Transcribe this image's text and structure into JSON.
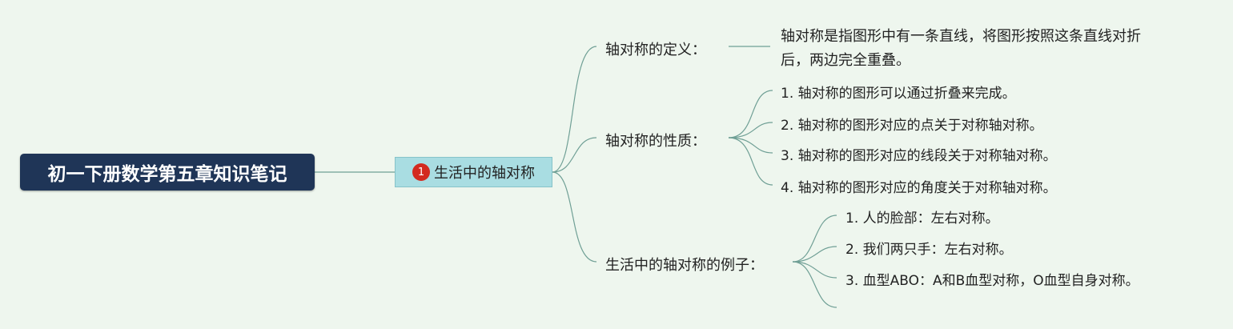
{
  "root": {
    "label": "初一下册数学第五章知识笔记"
  },
  "main_topic": {
    "badge": "1",
    "label": "生活中的轴对称"
  },
  "categories": [
    {
      "label": "轴对称的定义：",
      "definition_lines": [
        "轴对称是指图形中有一条直线，将图形按照这条直线对折",
        "后，两边完全重叠。"
      ]
    },
    {
      "label": "轴对称的性质：",
      "items": [
        "1. 轴对称的图形可以通过折叠来完成。",
        "2. 轴对称的图形对应的点关于对称轴对称。",
        "3. 轴对称的图形对应的线段关于对称轴对称。",
        "4. 轴对称的图形对应的角度关于对称轴对称。"
      ]
    },
    {
      "label": "生活中的轴对称的例子：",
      "items": [
        "1. 人的脸部：左右对称。",
        "2. 我们两只手：左右对称。",
        "3. 血型ABO：A和B血型对称，O血型自身对称。"
      ]
    }
  ],
  "colors": {
    "root_bg": "#1f3557",
    "main_bg": "#a9dde2",
    "badge": "#d32a1f",
    "line": "#6f9f95",
    "background": "#eef6ee"
  }
}
